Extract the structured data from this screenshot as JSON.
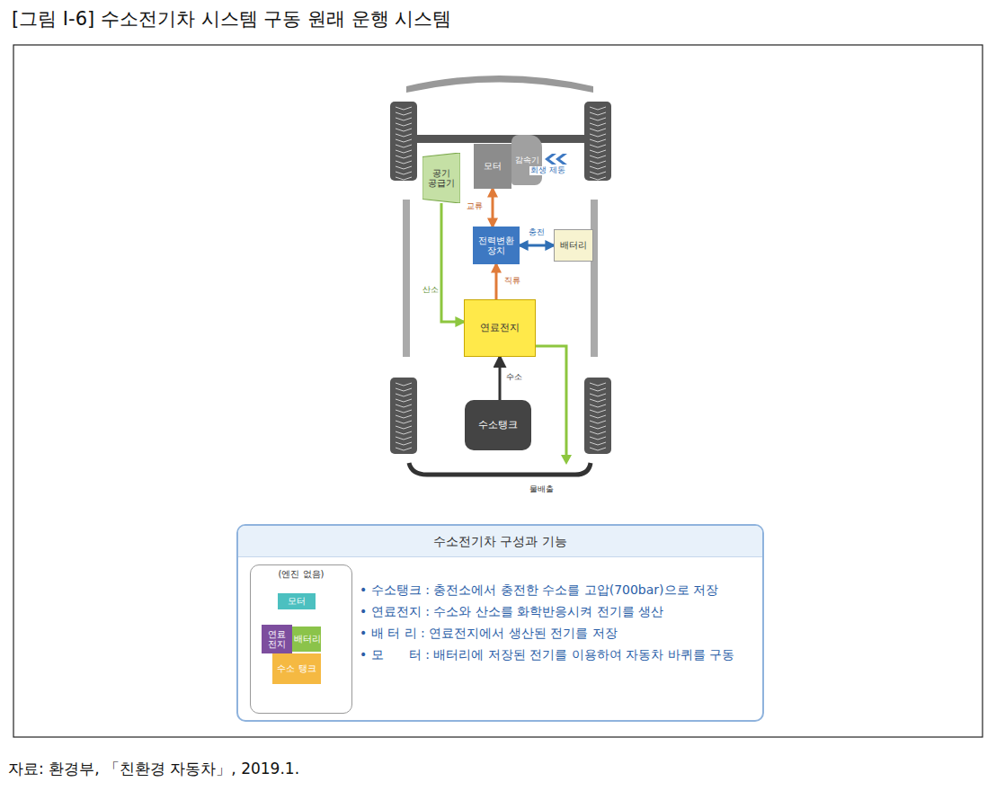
{
  "diagram": {
    "title": "[그림 Ⅰ-6] 수소전기차 시스템 구동 원래 운행 시스템",
    "caption": "자료: 환경부, 「친환경 자동차」, 2019.1.",
    "nodes": [
      {
        "text": [
          "모터"
        ]
      },
      {
        "text": [
          "감속기"
        ]
      },
      {
        "text": [
          "공기 공급기"
        ]
      },
      {
        "text": [
          "전력변환 장치"
        ]
      },
      {
        "text": [
          "배터리"
        ]
      },
      {
        "text": [
          "연료전지"
        ]
      },
      {
        "text": [
          "수소탱크"
        ]
      },
      {
        "text": [
          "수소전기차 구성과 기능",
          "• 수소탱크 : 충전소에서 충전한 수소를 고압(700bar)으로 저장",
          "• 연료전지 : 수소와 산소를 화학반응시켜 전기를 생산",
          "• 배 터 리 : 연료전지에서 생산된 전기를 저장",
          "• 모　　터 : 배터리에 저장된 전기를 이용하여 자동차 바퀴를 구동"
        ]
      },
      {
        "text": [
          "(엔진 없음)"
        ],
        "in": 7
      },
      {
        "text": [
          "모터"
        ],
        "in": 8
      },
      {
        "text": [
          "연료 전지"
        ],
        "in": 8
      },
      {
        "text": [
          "배터리"
        ],
        "in": 8
      },
      {
        "text": [
          "수소 탱크"
        ],
        "in": 8
      }
    ],
    "edges": [
      {
        "from": 6,
        "to": 5,
        "label": "수소",
        "arrow": "to"
      },
      {
        "from": 2,
        "to": 5,
        "label": "산소",
        "arrow": "to"
      },
      {
        "from": 5,
        "to": 3,
        "label": "직류",
        "arrow": "to"
      },
      {
        "from": 3,
        "to": 0,
        "label": "교류",
        "arrow": "both"
      },
      {
        "from": 3,
        "to": 4,
        "label": "충전",
        "arrow": "both"
      }
    ],
    "labels": [
      "회생 제동",
      "물배출"
    ]
  }
}
